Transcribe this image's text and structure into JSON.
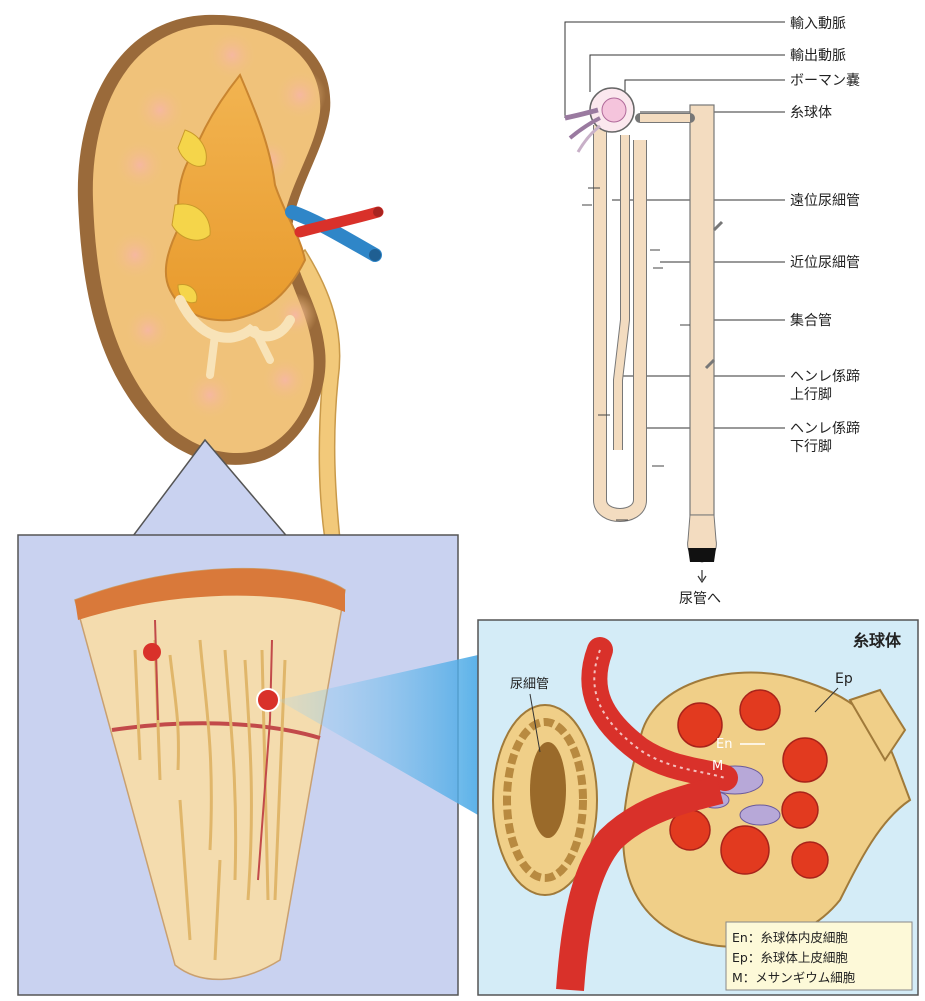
{
  "nephron_labels": {
    "afferent_arteriole": "輸入動脈",
    "efferent_arteriole": "輸出動脈",
    "bowman_capsule": "ボーマン嚢",
    "glomerulus": "糸球体",
    "distal_tubule": "遠位尿細管",
    "proximal_tubule": "近位尿細管",
    "collecting_duct": "集合管",
    "henle_ascending_1": "ヘンレ係蹄",
    "henle_ascending_2": "上行脚",
    "henle_descending_1": "ヘンレ係蹄",
    "henle_descending_2": "下行脚",
    "to_ureter": "尿管へ"
  },
  "glomerulus_panel": {
    "title": "糸球体",
    "tubule_label": "尿細管",
    "ep_label": "Ep",
    "en_label": "En",
    "m_label": "M"
  },
  "legend": {
    "line1": "En：糸球体内皮細胞",
    "line2": "Ep：糸球体上皮細胞",
    "line3": "M：メサンギウム細胞"
  },
  "colors": {
    "kidney_tissue": "#f0c27a",
    "kidney_rim": "#9a6a3a",
    "artery_red": "#d9312a",
    "vein_blue": "#2f86c8",
    "panel_blue": "#c9d2f0",
    "panel_cyan": "#d4ecf7",
    "tubule_fill": "#f3dcc0"
  }
}
